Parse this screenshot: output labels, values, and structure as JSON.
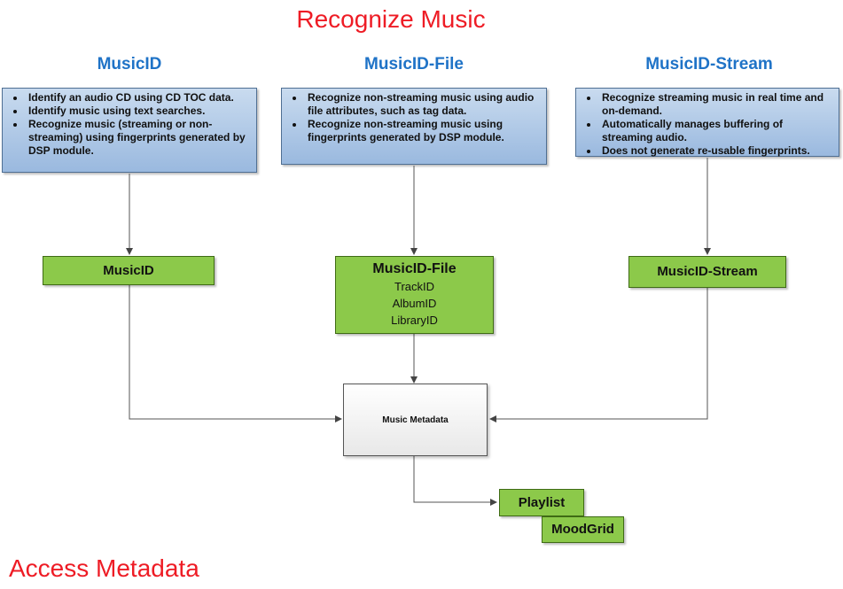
{
  "title": "Recognize Music",
  "footer_title": "Access Metadata",
  "columns": [
    {
      "heading": "MusicID",
      "bullets": [
        "Identify an audio CD using CD TOC data.",
        "Identify music using text searches.",
        "Recognize music (streaming or non-streaming) using fingerprints generated by DSP module."
      ],
      "module": "MusicID",
      "sub_items": []
    },
    {
      "heading": "MusicID-File",
      "bullets": [
        "Recognize non-streaming music using audio file attributes, such as tag data.",
        "Recognize non-streaming music using fingerprints generated by DSP module."
      ],
      "module": "MusicID-File",
      "sub_items": [
        "TrackID",
        "AlbumID",
        "LibraryID"
      ]
    },
    {
      "heading": "MusicID-Stream",
      "bullets": [
        "Recognize streaming music in real time and on-demand.",
        "Automatically manages buffering of streaming audio.",
        "Does not  generate re-usable fingerprints."
      ],
      "module": "MusicID-Stream",
      "sub_items": []
    }
  ],
  "metadata_box": "Music Metadata",
  "outputs": [
    "Playlist",
    "MoodGrid"
  ],
  "colors": {
    "title": "#ee1c25",
    "heading": "#1f73c7",
    "info_box": "#b3cbe8",
    "module_box": "#8cc94a"
  }
}
